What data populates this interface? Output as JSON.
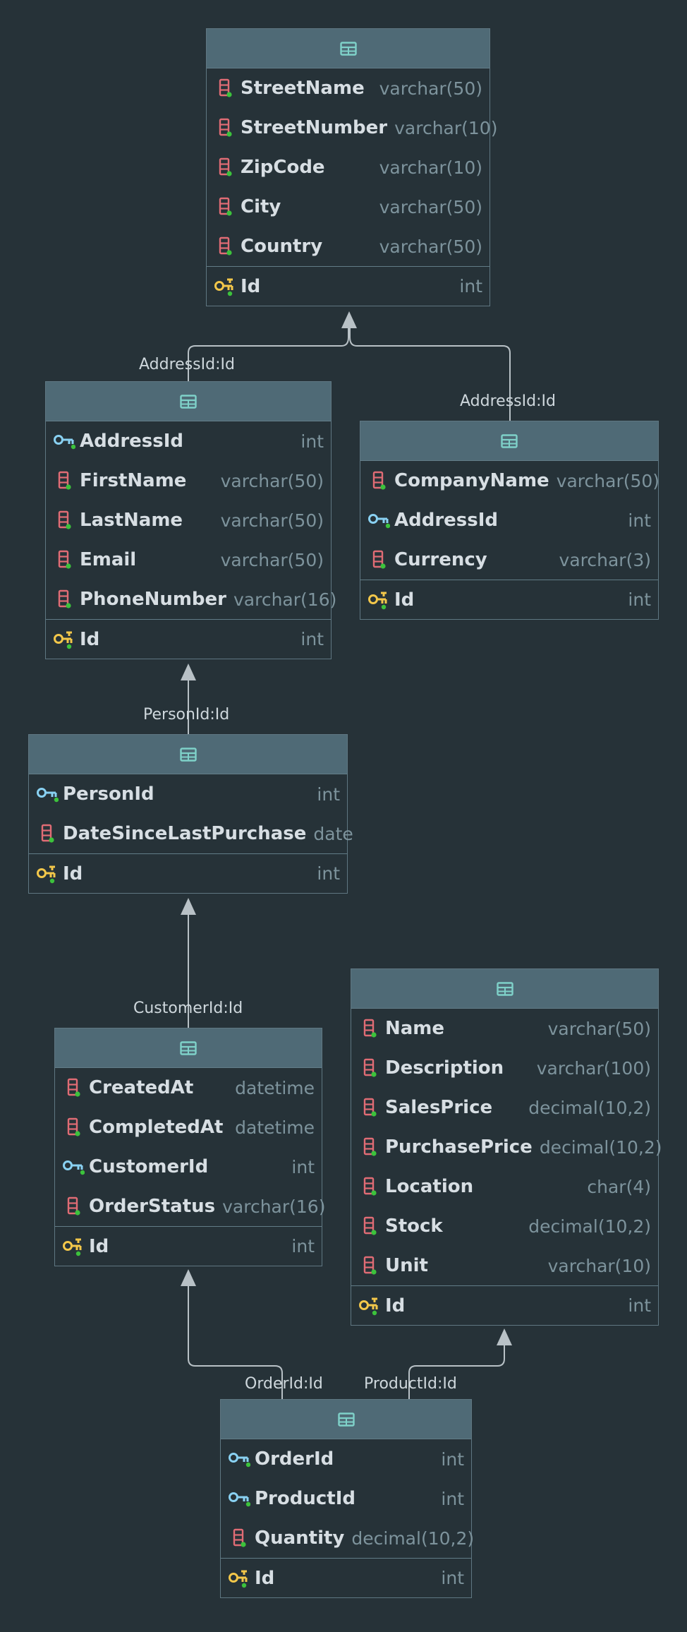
{
  "tables": {
    "address": {
      "columns": [
        {
          "name": "StreetName",
          "type": "varchar(50)",
          "icon": "column-icon"
        },
        {
          "name": "StreetNumber",
          "type": "varchar(10)",
          "icon": "column-icon"
        },
        {
          "name": "ZipCode",
          "type": "varchar(10)",
          "icon": "column-icon"
        },
        {
          "name": "City",
          "type": "varchar(50)",
          "icon": "column-icon"
        },
        {
          "name": "Country",
          "type": "varchar(50)",
          "icon": "column-icon"
        }
      ],
      "pk": {
        "name": "Id",
        "type": "int",
        "icon": "primary-key-icon"
      }
    },
    "person": {
      "columns": [
        {
          "name": "AddressId",
          "type": "int",
          "icon": "foreign-key-icon"
        },
        {
          "name": "FirstName",
          "type": "varchar(50)",
          "icon": "column-icon"
        },
        {
          "name": "LastName",
          "type": "varchar(50)",
          "icon": "column-icon"
        },
        {
          "name": "Email",
          "type": "varchar(50)",
          "icon": "column-icon"
        },
        {
          "name": "PhoneNumber",
          "type": "varchar(16)",
          "icon": "column-icon"
        }
      ],
      "pk": {
        "name": "Id",
        "type": "int",
        "icon": "primary-key-icon"
      }
    },
    "company": {
      "columns": [
        {
          "name": "CompanyName",
          "type": "varchar(50)",
          "icon": "column-icon"
        },
        {
          "name": "AddressId",
          "type": "int",
          "icon": "foreign-key-icon"
        },
        {
          "name": "Currency",
          "type": "varchar(3)",
          "icon": "column-icon"
        }
      ],
      "pk": {
        "name": "Id",
        "type": "int",
        "icon": "primary-key-icon"
      }
    },
    "customer": {
      "columns": [
        {
          "name": "PersonId",
          "type": "int",
          "icon": "foreign-key-icon"
        },
        {
          "name": "DateSinceLastPurchase",
          "type": "date",
          "icon": "column-icon"
        }
      ],
      "pk": {
        "name": "Id",
        "type": "int",
        "icon": "primary-key-icon"
      }
    },
    "order": {
      "columns": [
        {
          "name": "CreatedAt",
          "type": "datetime",
          "icon": "column-icon"
        },
        {
          "name": "CompletedAt",
          "type": "datetime",
          "icon": "column-icon"
        },
        {
          "name": "CustomerId",
          "type": "int",
          "icon": "foreign-key-icon"
        },
        {
          "name": "OrderStatus",
          "type": "varchar(16)",
          "icon": "column-icon"
        }
      ],
      "pk": {
        "name": "Id",
        "type": "int",
        "icon": "primary-key-icon"
      }
    },
    "product": {
      "columns": [
        {
          "name": "Name",
          "type": "varchar(50)",
          "icon": "column-icon"
        },
        {
          "name": "Description",
          "type": "varchar(100)",
          "icon": "column-icon"
        },
        {
          "name": "SalesPrice",
          "type": "decimal(10,2)",
          "icon": "column-icon"
        },
        {
          "name": "PurchasePrice",
          "type": "decimal(10,2)",
          "icon": "column-icon"
        },
        {
          "name": "Location",
          "type": "char(4)",
          "icon": "column-icon"
        },
        {
          "name": "Stock",
          "type": "decimal(10,2)",
          "icon": "column-icon"
        },
        {
          "name": "Unit",
          "type": "varchar(10)",
          "icon": "column-icon"
        }
      ],
      "pk": {
        "name": "Id",
        "type": "int",
        "icon": "primary-key-icon"
      }
    },
    "orderline": {
      "columns": [
        {
          "name": "OrderId",
          "type": "int",
          "icon": "foreign-key-icon"
        },
        {
          "name": "ProductId",
          "type": "int",
          "icon": "foreign-key-icon"
        },
        {
          "name": "Quantity",
          "type": "decimal(10,2)",
          "icon": "column-icon"
        }
      ],
      "pk": {
        "name": "Id",
        "type": "int",
        "icon": "primary-key-icon"
      }
    }
  },
  "relations": {
    "person_address": "AddressId:Id",
    "company_address": "AddressId:Id",
    "customer_person": "PersonId:Id",
    "order_customer": "CustomerId:Id",
    "orderline_order": "OrderId:Id",
    "orderline_product": "ProductId:Id"
  },
  "colors": {
    "background": "#263238",
    "header": "#4f6a76",
    "border": "#5f7782",
    "column_icon": "#e06c75",
    "foreign_key_icon": "#89d1f2",
    "primary_key_icon": "#f3c74a",
    "not_null_dot": "#3cc23c",
    "table_icon": "#7fd1c9",
    "connector": "#b8c1c6"
  }
}
